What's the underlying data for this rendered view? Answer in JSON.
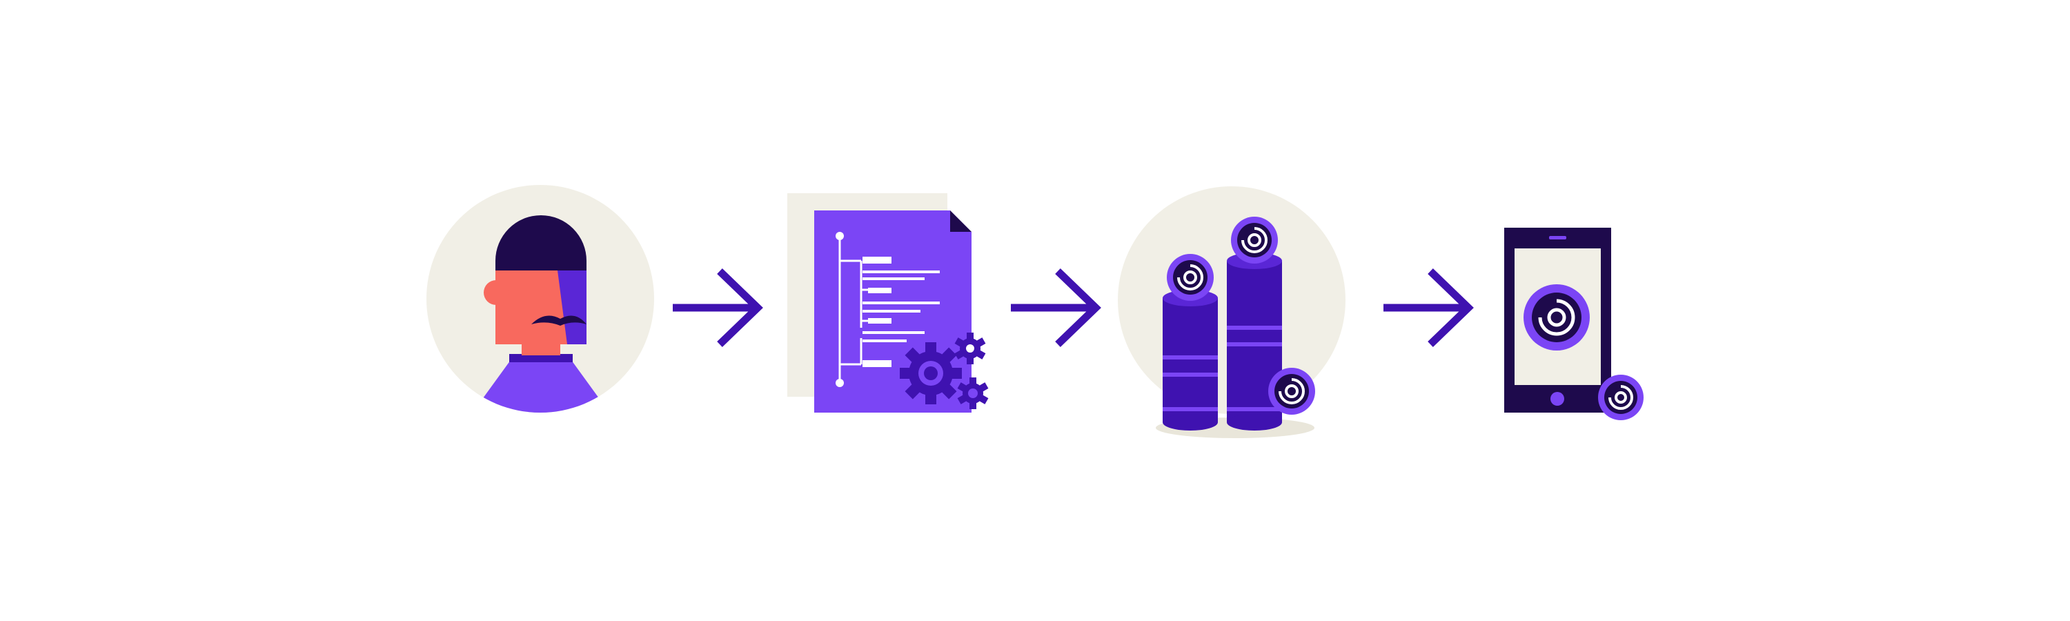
{
  "colors": {
    "background": "#ffffff",
    "beige": "#f1efe6",
    "purple": "#7b45f5",
    "deep_purple": "#3f12b0",
    "dark_navy": "#1e0a4c",
    "salmon": "#f8695e",
    "white": "#ffffff"
  },
  "steps": [
    {
      "id": "developer",
      "icon": "developer-avatar-icon"
    },
    {
      "id": "code-document",
      "icon": "code-document-icon"
    },
    {
      "id": "token-stacks",
      "icon": "token-stacks-icon"
    },
    {
      "id": "mobile-phone",
      "icon": "mobile-phone-icon"
    }
  ],
  "connectors": [
    {
      "icon": "arrow-right-icon"
    },
    {
      "icon": "arrow-right-icon"
    },
    {
      "icon": "arrow-right-icon"
    }
  ]
}
